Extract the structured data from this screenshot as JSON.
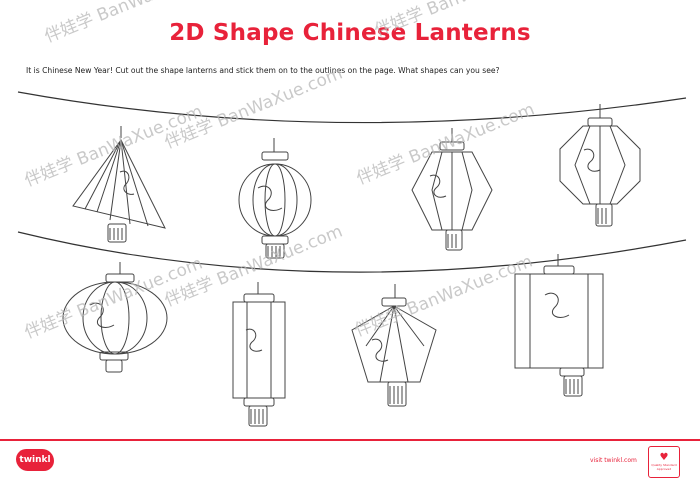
{
  "document": {
    "title": "2D Shape Chinese Lanterns",
    "instructions": "It is Chinese New Year! Cut out the shape lanterns and stick them on to the outlines on the page. What shapes can you see?"
  },
  "watermarks": [
    "伴娃学 BanWaXue.com",
    "伴娃学 BanWaXue.com",
    "伴娃学 BanWaXue.com",
    "伴娃学 BanWaXue.com",
    "伴娃学 BanWaXue.com",
    "伴娃学 BanWaXue.com",
    "伴娃学 BanWaXue.com",
    "伴娃学 BanWaXue.com"
  ],
  "lanterns": [
    {
      "row": 1,
      "shape": "triangle"
    },
    {
      "row": 1,
      "shape": "circle"
    },
    {
      "row": 1,
      "shape": "hexagon"
    },
    {
      "row": 1,
      "shape": "octagon"
    },
    {
      "row": 2,
      "shape": "oval"
    },
    {
      "row": 2,
      "shape": "rectangle"
    },
    {
      "row": 2,
      "shape": "pentagon"
    },
    {
      "row": 2,
      "shape": "square"
    }
  ],
  "footer": {
    "logo_text": "twinkl",
    "visit_text": "visit twinkl.com",
    "badge_icon": "heart-icon",
    "badge_text": "Quality Standard Approved"
  },
  "colors": {
    "accent": "#e8223a",
    "line": "#333333"
  }
}
